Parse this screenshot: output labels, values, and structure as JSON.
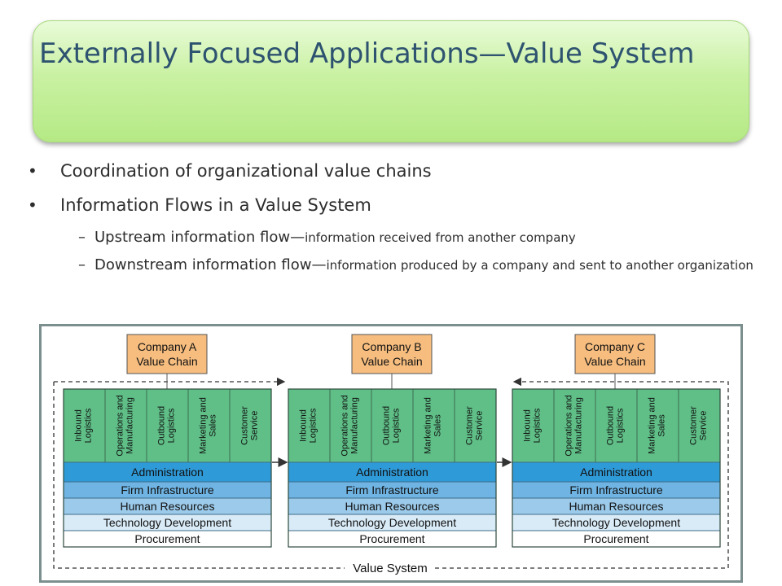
{
  "slide": {
    "title": "Externally Focused Applications—Value System"
  },
  "bullets": {
    "b1": "Coordination of organizational value chains",
    "b2": "Information Flows in a Value System",
    "upstream_main": "Upstream information flow—",
    "upstream_detail": "information received from another company",
    "downstream_main": "Downstream information flow—",
    "downstream_detail": "information produced by a company and sent to another organization"
  },
  "diagram": {
    "companies": [
      {
        "line1": "Company A",
        "line2": "Value Chain"
      },
      {
        "line1": "Company B",
        "line2": "Value Chain"
      },
      {
        "line1": "Company C",
        "line2": "Value Chain"
      }
    ],
    "primary_activities": [
      [
        "Inbound",
        "Logistics"
      ],
      [
        "Operations and",
        "Manufacturing"
      ],
      [
        "Outbound",
        "Logistics"
      ],
      [
        "Marketing and",
        "Sales"
      ],
      [
        "Customer",
        "Service"
      ]
    ],
    "support_activities": [
      "Administration",
      "Firm Infrastructure",
      "Human Resources",
      "Technology Development",
      "Procurement"
    ],
    "footer_label": "Value System",
    "colors": {
      "company_box": "#f6bd7f",
      "primary": "#5fbf87",
      "administration": "#2f9ad8",
      "firm_infrastructure": "#6fb4e3",
      "human_resources": "#9ccaea",
      "technology_development": "#d9ebf7",
      "procurement": "#ffffff"
    }
  }
}
